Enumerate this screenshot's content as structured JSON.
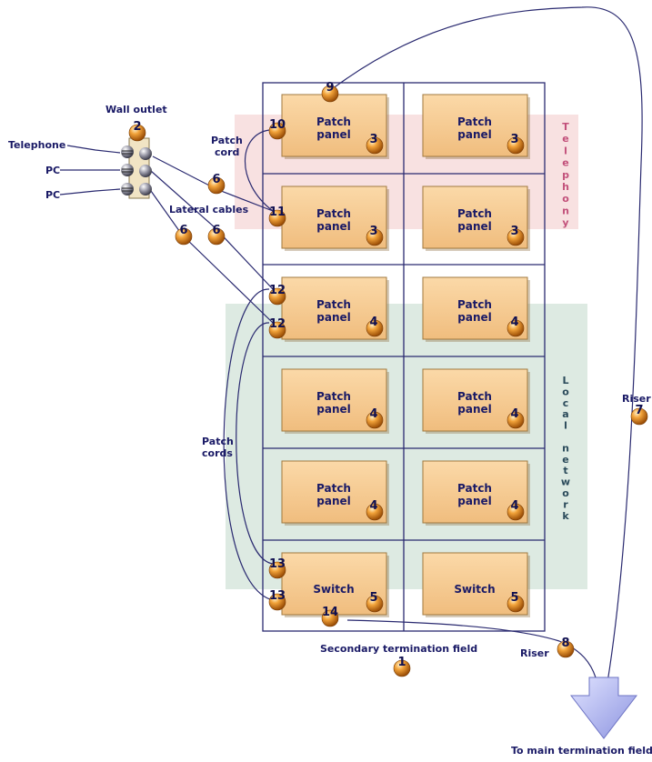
{
  "labels": {
    "wall_outlet": "Wall outlet",
    "telephone": "Telephone",
    "pc_1": "PC",
    "pc_2": "PC",
    "patch_cord": [
      "Patch",
      "cord"
    ],
    "lateral_cables": "Lateral cables",
    "patch_cords": [
      "Patch",
      "cords"
    ],
    "riser_top": "Riser",
    "riser_bottom": "Riser",
    "secondary_field": "Secondary termination field",
    "main_field": "To main termination field"
  },
  "zones": {
    "telephony": {
      "letters": [
        "T",
        "e",
        "l",
        "e",
        "p",
        "h",
        "o",
        "n",
        "y"
      ],
      "color": "#f7dcdc"
    },
    "local_network": {
      "letters": [
        "L",
        "o",
        "c",
        "a",
        "l",
        "",
        "n",
        "e",
        "t",
        "w",
        "o",
        "r",
        "k"
      ],
      "color": "#d9e8df"
    }
  },
  "panels": [
    {
      "line1": "Patch",
      "line2": "panel",
      "badge": "3"
    },
    {
      "line1": "Patch",
      "line2": "panel",
      "badge": "3"
    },
    {
      "line1": "Patch",
      "line2": "panel",
      "badge": "3"
    },
    {
      "line1": "Patch",
      "line2": "panel",
      "badge": "3"
    },
    {
      "line1": "Patch",
      "line2": "panel",
      "badge": "4"
    },
    {
      "line1": "Patch",
      "line2": "panel",
      "badge": "4"
    },
    {
      "line1": "Patch",
      "line2": "panel",
      "badge": "4"
    },
    {
      "line1": "Patch",
      "line2": "panel",
      "badge": "4"
    },
    {
      "line1": "Patch",
      "line2": "panel",
      "badge": "4"
    },
    {
      "line1": "Patch",
      "line2": "panel",
      "badge": "4"
    },
    {
      "line1": "Switch",
      "line2": "",
      "badge": "5"
    },
    {
      "line1": "Switch",
      "line2": "",
      "badge": "5"
    }
  ],
  "markers": [
    "2",
    "6",
    "6",
    "6",
    "10",
    "11",
    "12",
    "12",
    "13",
    "13",
    "14",
    "9",
    "7",
    "8",
    "1"
  ],
  "colors": {
    "panel_fill": "#f5c98f",
    "panel_stroke": "#a0793f",
    "rack_stroke": "#2a2a70",
    "line": "#2a2a70",
    "marker": "#e08a1a",
    "arrow": "#b9bff2"
  }
}
